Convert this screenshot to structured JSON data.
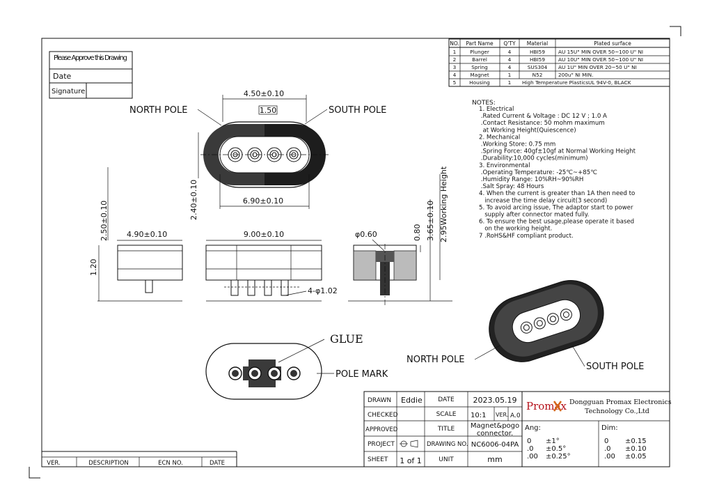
{
  "approval": {
    "title": "Please Approve this Drawing",
    "date_label": "Date",
    "signature_label": "Signature"
  },
  "top_view": {
    "width_dim": "4.50±0.10",
    "pitch_dim": "1.50",
    "north_label": "NORTH POLE",
    "south_label": "SOUTH POLE",
    "inner_dim": "6.90±0.10",
    "height_dim": "2.40±0.10"
  },
  "side_view": {
    "height_dim": "2.50±0.10",
    "pin_dim": "1.20",
    "depth_dim": "4.90±0.10"
  },
  "front_view": {
    "length_dim": "9.00±0.10",
    "pin_dia": "4-φ1.02"
  },
  "section_view": {
    "dia_dim": "φ0.60",
    "d1": "0.80",
    "d2": "3.65±0.10",
    "d3": "2.95Working Height"
  },
  "bottom_view": {
    "glue_label": "GLUE",
    "pole_mark_label": "POLE MARK"
  },
  "iso_view": {
    "north_label": "NORTH POLE",
    "south_label": "SOUTH POLE"
  },
  "bom": {
    "headers": [
      "NO.",
      "Part Name",
      "Q'TY",
      "Material",
      "Plated surface"
    ],
    "rows": [
      [
        "1",
        "Plunger",
        "4",
        "HBI59",
        "AU 15U\" MIN OVER 50~100 U\" NI"
      ],
      [
        "2",
        "Barrel",
        "4",
        "HBI59",
        "AU 10U\" MIN OVER 50~100 U\" NI"
      ],
      [
        "3",
        "Spring",
        "4",
        "SUS304",
        "AU 1U\" MIN OVER 20~50 U\" NI"
      ],
      [
        "4",
        "Magnet",
        "1",
        "N52",
        "200u\" NI MIN."
      ],
      [
        "5",
        "Housing",
        "1",
        "High Temperature PlasticsUL 94V-0, BLACK",
        ""
      ]
    ]
  },
  "notes": {
    "title": "NOTES:",
    "lines": [
      "1. Electrical",
      " .Rated Current & Voltage : DC 12 V ; 1.0 A",
      " .Contact Resistance: 50 mohm maximum",
      "  at Working Height(Quiescence)",
      "2. Mechanical",
      " .Working Store: 0.75 mm",
      " .Spring Force: 40gf±10gf at Normal Working Height",
      " .Durability:10,000 cycles(minimum)",
      "3. Environmental",
      " .Operating Temperature: -25℃~+85℃",
      " .Humidity Range: 10%RH~90%RH",
      " .Salt Spray: 48 Hours",
      "4. When the current is greater than 1A then need to",
      "   increase the time delay circuit(3 second)",
      "5. To avoid arcing issue, The adaptor start to power",
      "   supply after connector mated fully.",
      "6. To ensure the best usage,please operate it based",
      "   on the working height.",
      "7 .RoHS&HF compliant product."
    ]
  },
  "title_block": {
    "drawn_label": "DRAWN",
    "drawn_value": "Eddie",
    "date_label": "DATE",
    "date_value": "2023.05.19",
    "checked_label": "CHECKED",
    "scale_label": "SCALE",
    "scale_value": "10:1",
    "ver_label": "VER.",
    "ver_value": "A.0",
    "approved_label": "APPROVED",
    "title_label": "TITLE",
    "title_value_1": "Magnet&pogo",
    "title_value_2": "connector.",
    "project_label": "PROJECT",
    "drawing_no_label": "DRAWING NO.",
    "drawing_no_value": "NC6006-04PA",
    "sheet_label": "SHEET",
    "sheet_value": "1 of 1",
    "unit_label": "UNIT",
    "unit_value": "mm",
    "brand": "Promax",
    "company_1": "Dongguan Promax Electronics",
    "company_2": "Technology Co.,Ltd",
    "ang_label": "Ang:",
    "dim_label": "Dim:",
    "ang_rows": [
      [
        "0",
        "±1°"
      ],
      [
        ".0",
        "±0.5°"
      ],
      [
        ".00",
        "±0.25°"
      ]
    ],
    "dim_rows": [
      [
        "0",
        "±0.15"
      ],
      [
        ".0",
        "±0.10"
      ],
      [
        ".00",
        "±0.05"
      ]
    ]
  },
  "revision": {
    "headers": [
      "VER.",
      "DESCRIPTION",
      "ECN NO.",
      "DATE"
    ]
  }
}
